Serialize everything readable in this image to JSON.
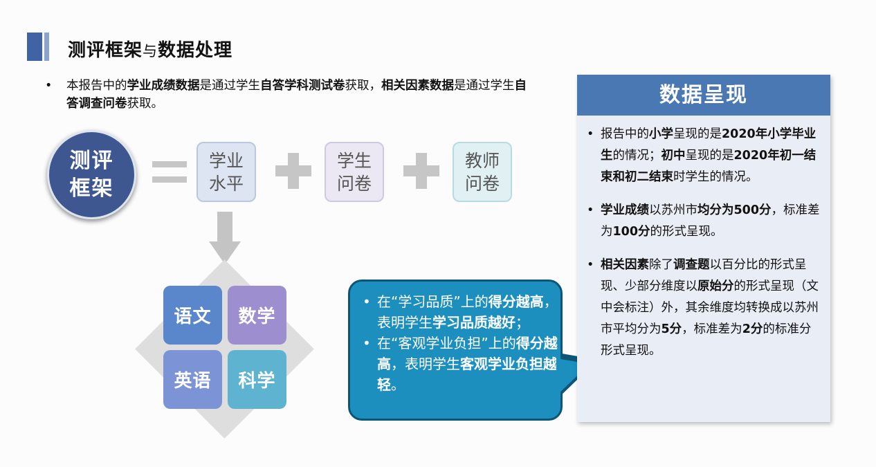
{
  "title": {
    "main": "测评框架",
    "connector": "与",
    "tail": "数据处理"
  },
  "intro": {
    "bullet": "•",
    "parts": [
      {
        "t": "本报告中的",
        "b": false
      },
      {
        "t": "学业成绩数据",
        "b": true
      },
      {
        "t": "是通过学生",
        "b": false
      },
      {
        "t": "自答学科测试卷",
        "b": true
      },
      {
        "t": "获取，",
        "b": false
      },
      {
        "t": "相关因素数据",
        "b": true
      },
      {
        "t": "是通过学生",
        "b": false
      },
      {
        "t": "自答调查问卷",
        "b": true
      },
      {
        "t": "获取。",
        "b": false
      }
    ]
  },
  "framework": {
    "circle": [
      "测评",
      "框架"
    ],
    "parts": [
      [
        "学业",
        "水平"
      ],
      [
        "学生",
        "问卷"
      ],
      [
        "教师",
        "问卷"
      ]
    ]
  },
  "subjects": [
    "语文",
    "数学",
    "英语",
    "科学"
  ],
  "callout": {
    "bullet": "•",
    "items": [
      [
        {
          "t": "在“学习品质”上的",
          "b": false
        },
        {
          "t": "得分越高",
          "b": true
        },
        {
          "t": "，表明学生",
          "b": false
        },
        {
          "t": "学习品质越好",
          "b": true
        },
        {
          "t": "；",
          "b": false
        }
      ],
      [
        {
          "t": "在“客观学业负担”上的",
          "b": false
        },
        {
          "t": "得分越高",
          "b": true
        },
        {
          "t": "，表明学生",
          "b": false
        },
        {
          "t": "客观学业负担越轻",
          "b": true
        },
        {
          "t": "。",
          "b": false
        }
      ]
    ]
  },
  "panel": {
    "title": "数据呈现",
    "bullet": "•",
    "items": [
      [
        {
          "t": "报告中的",
          "b": false
        },
        {
          "t": "小学",
          "b": true
        },
        {
          "t": "呈现的是",
          "b": false
        },
        {
          "t": "2020年小学毕业生",
          "b": true
        },
        {
          "t": "的情况；",
          "b": false
        },
        {
          "t": "初中",
          "b": true
        },
        {
          "t": "呈现的是",
          "b": false
        },
        {
          "t": "2020年初一结束和初二结束",
          "b": true
        },
        {
          "t": "时学生的情况。",
          "b": false
        }
      ],
      [
        {
          "t": "学业成绩",
          "b": true
        },
        {
          "t": "以苏州市",
          "b": false
        },
        {
          "t": "均分为500分",
          "b": true
        },
        {
          "t": "，标准差为",
          "b": false
        },
        {
          "t": "100分",
          "b": true
        },
        {
          "t": "的形式呈现。",
          "b": false
        }
      ],
      [
        {
          "t": "相关因素",
          "b": true
        },
        {
          "t": "除了",
          "b": false
        },
        {
          "t": "调查题",
          "b": true
        },
        {
          "t": "以百分比的形式呈现、少部分维度以",
          "b": false
        },
        {
          "t": "原始分",
          "b": true
        },
        {
          "t": "的形式呈现（文中会标注）外，其余维度均转换成以苏州市平均分为",
          "b": false
        },
        {
          "t": "5分",
          "b": true
        },
        {
          "t": "，标准差为",
          "b": false
        },
        {
          "t": "2分",
          "b": true
        },
        {
          "t": "的标准分形式呈现。",
          "b": false
        }
      ]
    ]
  }
}
